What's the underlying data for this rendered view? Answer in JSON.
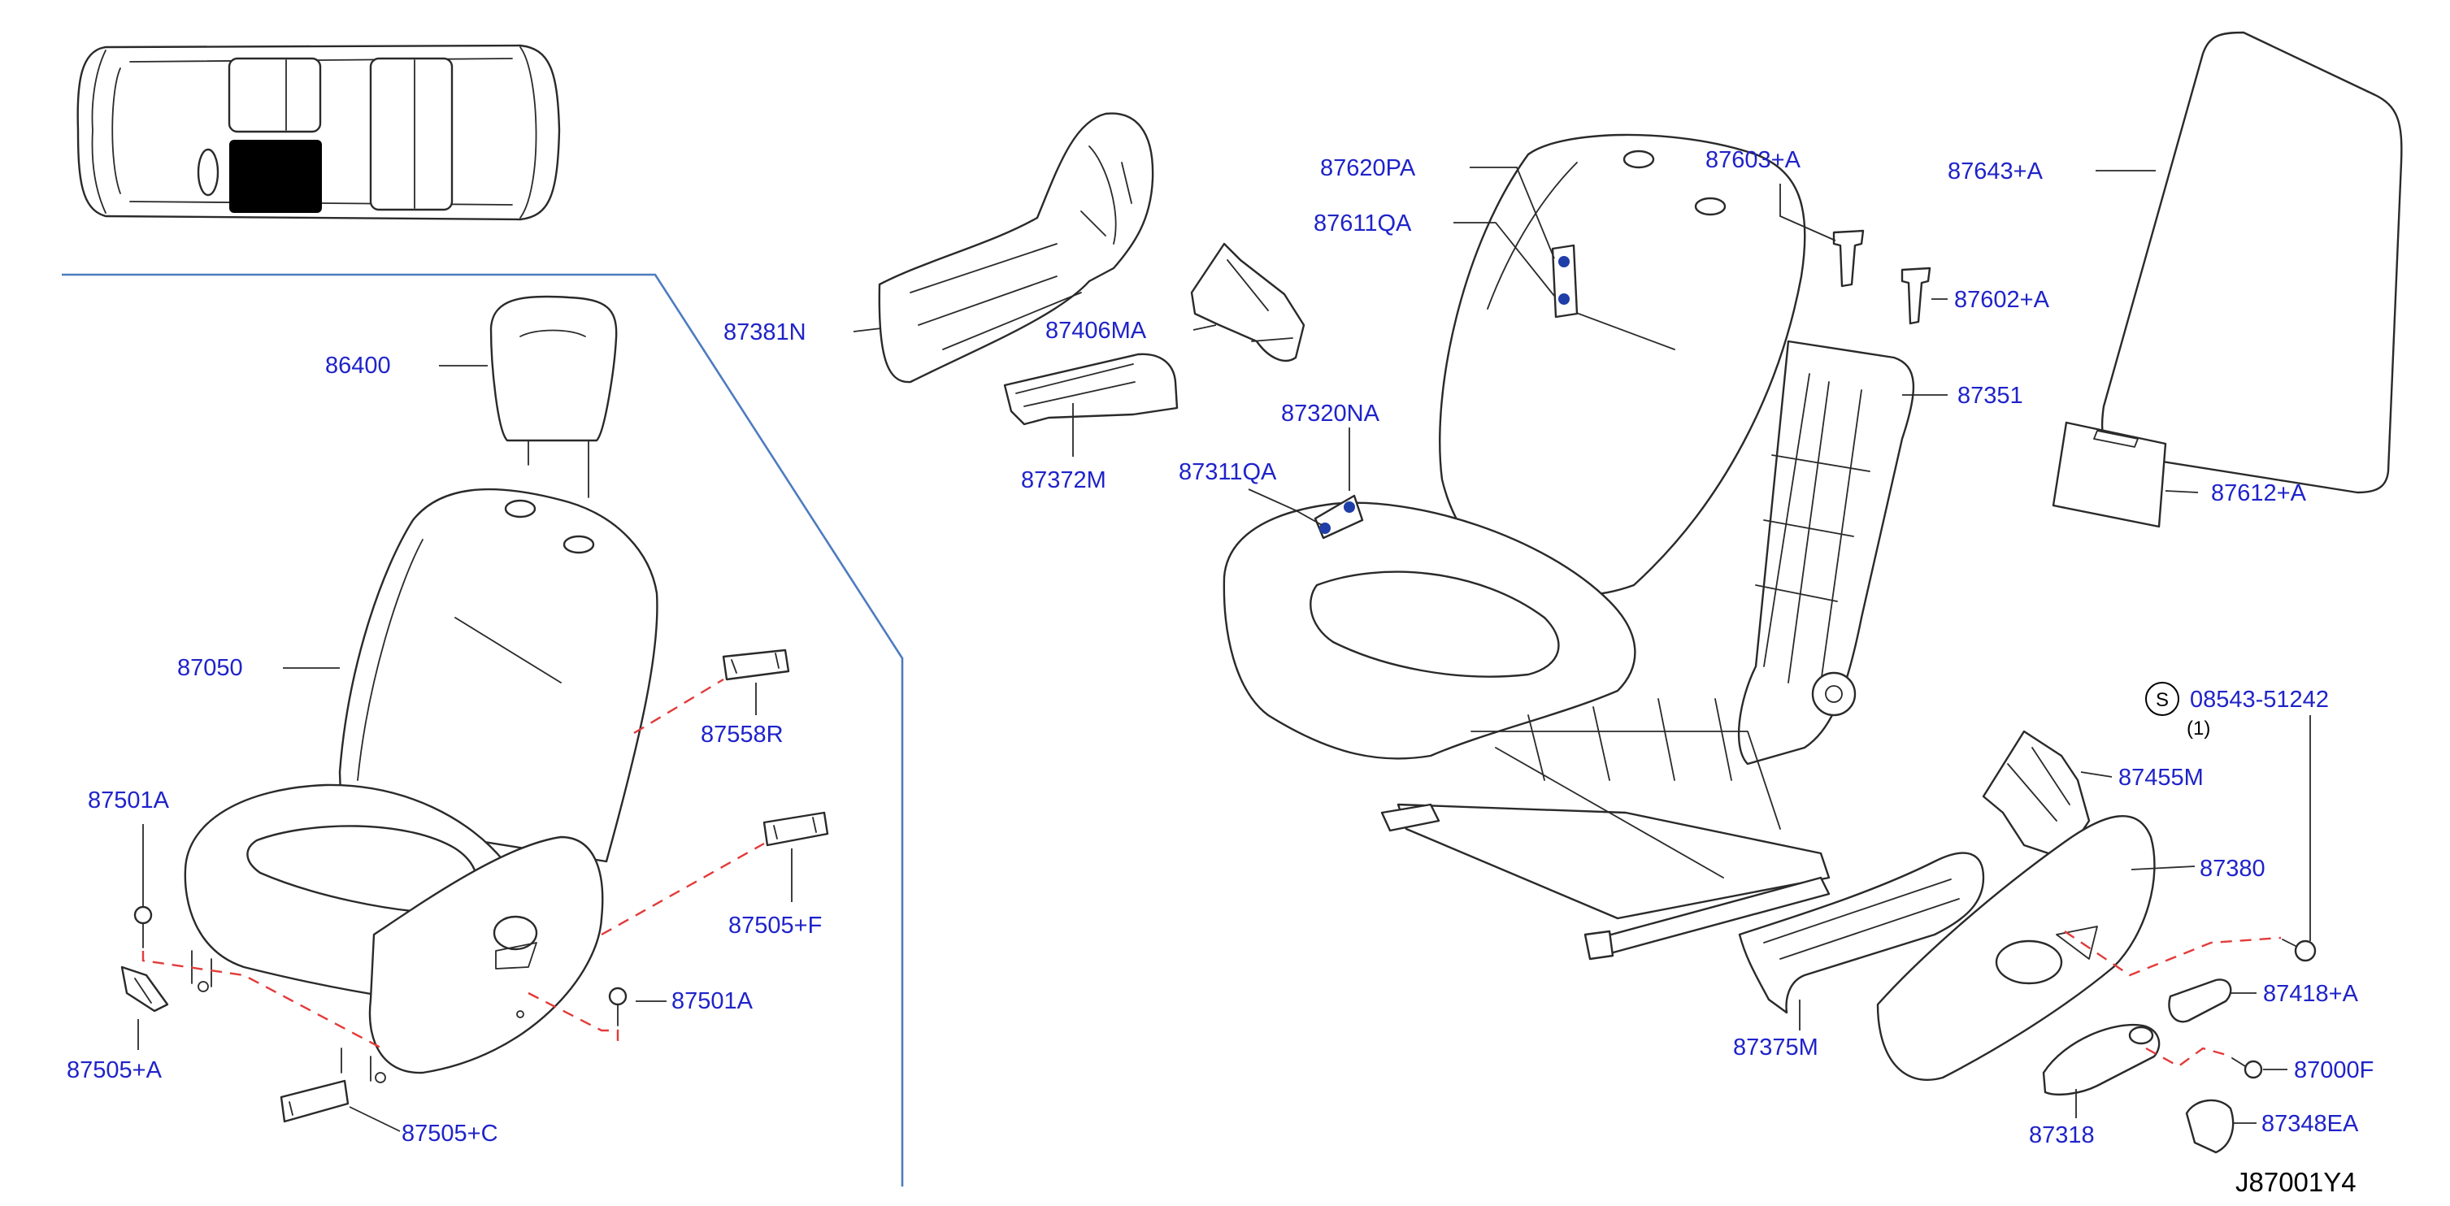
{
  "drawing_id": "J87001Y4",
  "screw_symbol": "S",
  "parts": {
    "p86400": "86400",
    "p87050": "87050",
    "p87501a_top": "87501A",
    "p87501a_mid": "87501A",
    "p87505a": "87505+A",
    "p87505c": "87505+C",
    "p87558r": "87558R",
    "p87505f": "87505+F",
    "p87381n": "87381N",
    "p87406ma": "87406MA",
    "p87372m": "87372M",
    "p87620pa": "87620PA",
    "p87611qa": "87611QA",
    "p87320na": "87320NA",
    "p87311qa": "87311QA",
    "p87603a": "87603+A",
    "p87602a": "87602+A",
    "p87351": "87351",
    "p87643a": "87643+A",
    "p87612a": "87612+A",
    "p08543": "08543-51242",
    "p08543_qty": "(1)",
    "p87455m": "87455M",
    "p87380": "87380",
    "p87418a": "87418+A",
    "p87000f": "87000F",
    "p87348ea": "87348EA",
    "p87318": "87318",
    "p87375m": "87375M"
  },
  "colors": {
    "label_blue": "#1f23c9",
    "separator_blue": "#4d7cbf",
    "dashed_red": "#e33a3a",
    "location_fill": "#000000"
  }
}
